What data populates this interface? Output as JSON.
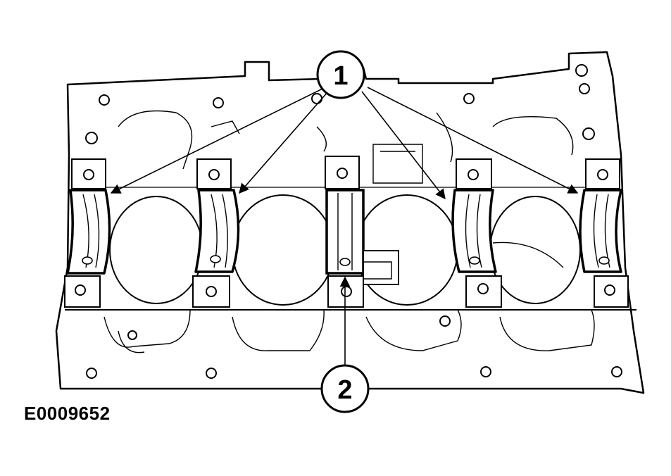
{
  "figure": {
    "id": "E0009652",
    "callouts": [
      {
        "number": "1",
        "points_to": 4
      },
      {
        "number": "2",
        "points_to": 1
      }
    ]
  },
  "colors": {
    "line": "#000000",
    "background": "#ffffff"
  }
}
